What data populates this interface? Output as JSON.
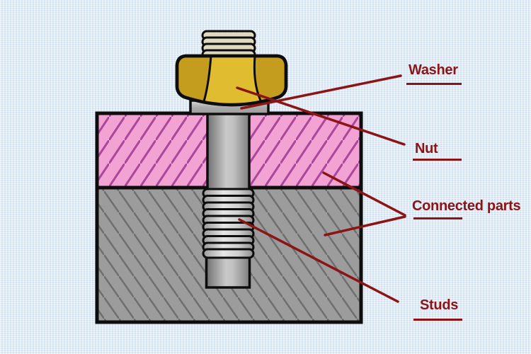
{
  "labels": {
    "washer": "Washer",
    "nut": "Nut",
    "connected_parts": "Connected parts",
    "studs": "Studs"
  },
  "colors": {
    "background": "#d8e7f4",
    "leader_red": "#8b1414",
    "nut_gold": "#dfbc30",
    "nut_gold_dark": "#c59d1e",
    "plate_pink": "#f2a3d3",
    "plate_pink_hatch": "#a8489a",
    "plate_gray": "#9c9c9c",
    "plate_gray_hatch": "#6e6e6e",
    "thread_cream": "#e0d9c2",
    "outline": "#0d0d0d"
  }
}
